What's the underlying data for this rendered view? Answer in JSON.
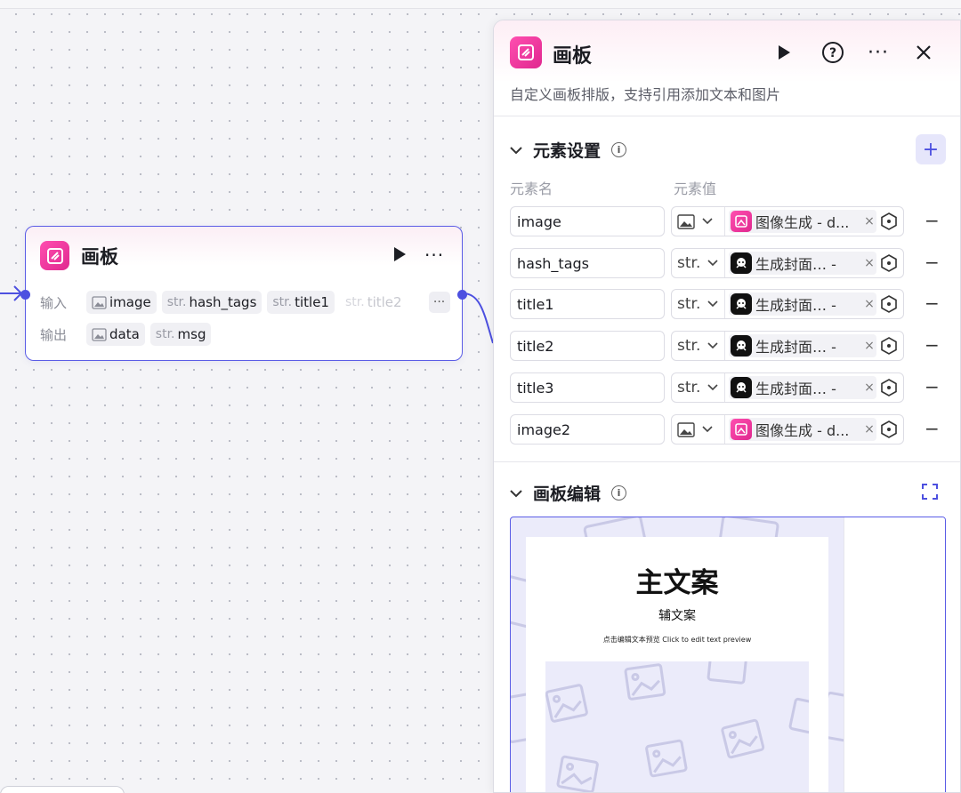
{
  "node": {
    "title": "画板",
    "icon": "canvas-board-icon",
    "inputs_label": "输入",
    "outputs_label": "输出",
    "inputs": [
      {
        "type": "image",
        "name": "image"
      },
      {
        "type": "str.",
        "name": "hash_tags"
      },
      {
        "type": "str.",
        "name": "title1"
      },
      {
        "type": "str.",
        "name": "title2"
      }
    ],
    "outputs": [
      {
        "type": "image",
        "name": "data"
      },
      {
        "type": "str.",
        "name": "msg"
      }
    ]
  },
  "panel": {
    "title": "画板",
    "description": "自定义画板排版，支持引用添加文本和图片",
    "elements_section": {
      "title": "元素设置",
      "col_name": "元素名",
      "col_value": "元素值",
      "rows": [
        {
          "name": "image",
          "type": "image",
          "ref_icon": "pink",
          "ref": "图像生成 - d..."
        },
        {
          "name": "hash_tags",
          "type": "str.",
          "ref_icon": "black",
          "ref": "生成封面…   -"
        },
        {
          "name": "title1",
          "type": "str.",
          "ref_icon": "black",
          "ref": "生成封面…   -"
        },
        {
          "name": "title2",
          "type": "str.",
          "ref_icon": "black",
          "ref": "生成封面…   -"
        },
        {
          "name": "title3",
          "type": "str.",
          "ref_icon": "black",
          "ref": "生成封面…   -"
        },
        {
          "name": "image2",
          "type": "image",
          "ref_icon": "pink",
          "ref": "图像生成 - d..."
        }
      ]
    },
    "canvas_section": {
      "title": "画板编辑",
      "main_copy": "主文案",
      "sub_copy": "辅文案",
      "hint_copy": "点击编辑文本预览 Click to edit text preview"
    }
  },
  "colors": {
    "accent": "#4d50e0",
    "brand_pink": "#e0288f",
    "node_border": "#5a5ce6"
  }
}
